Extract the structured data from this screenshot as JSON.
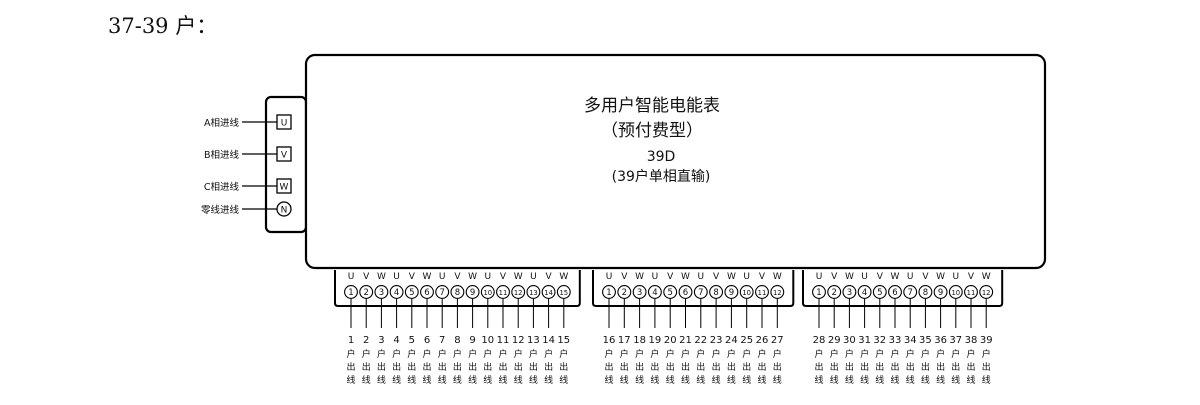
{
  "heading": "37-39 户：",
  "meter": {
    "title": "多用户智能电能表",
    "subtitle": "（预付费型）",
    "model": "39D",
    "description": "(39户单相直输)"
  },
  "inputs": [
    {
      "label": "A相进线",
      "symbol": "U"
    },
    {
      "label": "B相进线",
      "symbol": "V"
    },
    {
      "label": "C相进线",
      "symbol": "W"
    },
    {
      "label": "零线进线",
      "symbol": "N"
    }
  ],
  "terminal_groups": [
    {
      "phases": [
        "U",
        "V",
        "W",
        "U",
        "V",
        "W",
        "U",
        "V",
        "W",
        "U",
        "V",
        "W",
        "U",
        "V",
        "W"
      ],
      "terminals": [
        "1",
        "2",
        "3",
        "4",
        "5",
        "6",
        "7",
        "8",
        "9",
        "10",
        "11",
        "12",
        "13",
        "14",
        "15"
      ],
      "households": [
        "1",
        "2",
        "3",
        "4",
        "5",
        "6",
        "7",
        "8",
        "9",
        "10",
        "11",
        "12",
        "13",
        "14",
        "15"
      ]
    },
    {
      "phases": [
        "U",
        "V",
        "W",
        "U",
        "V",
        "W",
        "U",
        "V",
        "W",
        "U",
        "V",
        "W"
      ],
      "terminals": [
        "1",
        "2",
        "3",
        "4",
        "5",
        "6",
        "7",
        "8",
        "9",
        "10",
        "11",
        "12"
      ],
      "households": [
        "16",
        "17",
        "18",
        "19",
        "20",
        "21",
        "22",
        "23",
        "24",
        "25",
        "26",
        "27"
      ]
    },
    {
      "phases": [
        "U",
        "V",
        "W",
        "U",
        "V",
        "W",
        "U",
        "V",
        "W",
        "U",
        "V",
        "W"
      ],
      "terminals": [
        "1",
        "2",
        "3",
        "4",
        "5",
        "6",
        "7",
        "8",
        "9",
        "10",
        "11",
        "12"
      ],
      "households": [
        "28",
        "29",
        "30",
        "31",
        "32",
        "33",
        "34",
        "35",
        "36",
        "37",
        "38",
        "39"
      ]
    }
  ],
  "output_chars": [
    "户",
    "出",
    "线"
  ]
}
